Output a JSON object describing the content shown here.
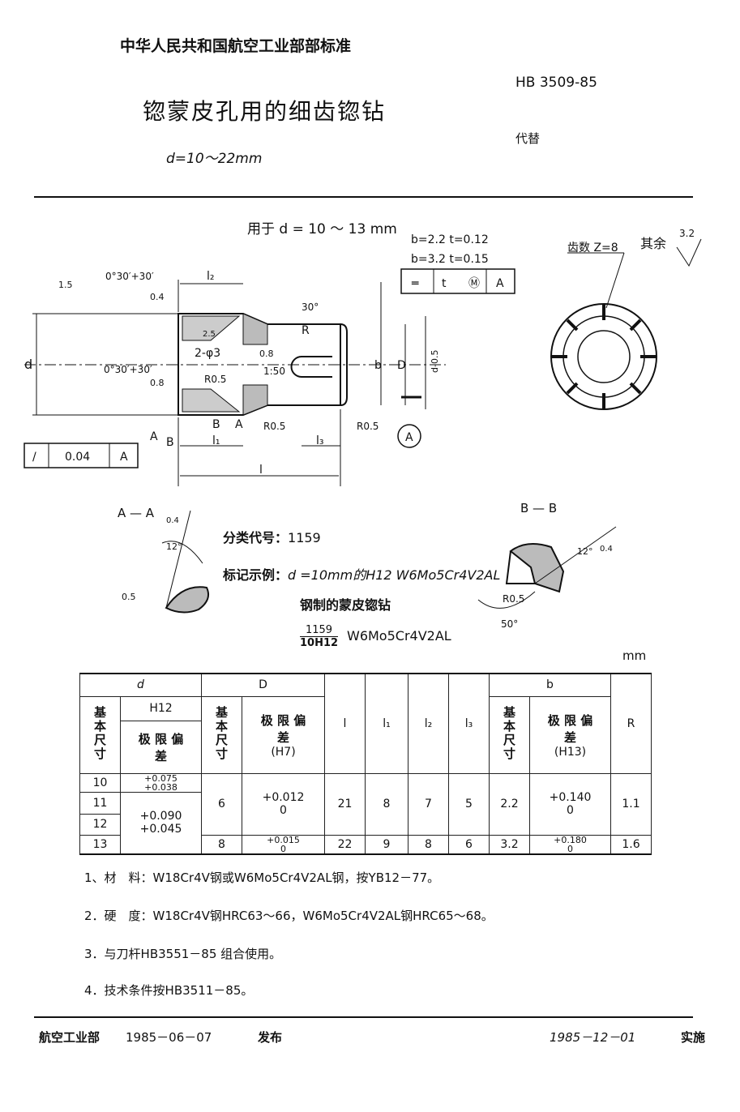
{
  "header": {
    "org_standard": "中华人民共和国航空工业部部标准",
    "code": "HB 3509-85",
    "title": "锪蒙皮孔用的细齿锪钻",
    "range": "d=10～22mm",
    "replaces": "代替"
  },
  "drawing": {
    "applies_to": "用于  d = 10 ～ 13 mm",
    "b_t_1": "b=2.2   t=0.12",
    "b_t_2": "b=3.2   t=0.15",
    "position_frame": [
      "═",
      "t",
      "Ⓜ",
      "A"
    ],
    "teeth": "齿数 Z=8",
    "roughness_rest": "其余",
    "roughness_value": "3.2",
    "runout_frame": [
      "/",
      "0.04",
      "A"
    ],
    "labels": {
      "l2": "l₂",
      "angle1": "0°30′+30′",
      "angle2": "0°30′+30′",
      "v04": "0.4",
      "v08a": "0.8",
      "a30": "30°",
      "r25": "2.5",
      "holes": "2-φ3",
      "v08b": "0.8",
      "taper": "1:50",
      "r05a": "R0.5",
      "r05b": "R0.5",
      "r05c": "R0.5",
      "R": "R",
      "b": "b",
      "D": "D",
      "d05": "d-0.5",
      "d": "d",
      "v15": "1.5",
      "B1": "B",
      "A1": "A",
      "A2": "A",
      "B2": "B",
      "l1": "l₁",
      "l3": "l₃",
      "l": "l",
      "datumA": "A"
    },
    "section_aa": {
      "title": "A — A",
      "v04": "0.4",
      "a12": "12°",
      "v05": "0.5"
    },
    "section_bb": {
      "title": "B — B",
      "a12": "12°",
      "v04": "0.4",
      "r05": "R0.5",
      "a50": "50°"
    }
  },
  "classification": {
    "label": "分类代号：",
    "value": "1159"
  },
  "marking": {
    "label": "标记示例：",
    "line1": "d =10mm的H12 W6Mo5Cr4V2AL",
    "line2": "钢制的蒙皮锪钻",
    "frac_top": "1159",
    "frac_bottom": "10H12",
    "material": "W6Mo5Cr4V2AL"
  },
  "unit": "mm",
  "table": {
    "h_d": "d",
    "h_D": "D",
    "h_b": "b",
    "h_basic": "基本尺寸",
    "h_h12": "H12",
    "h_limit": "极 限 偏 差",
    "h_h7": "(H7)",
    "h_h13": "(H13)",
    "h_l": "l",
    "h_l1": "l₁",
    "h_l2": "l₂",
    "h_l3": "l₃",
    "h_R": "R",
    "d_vals": [
      "10",
      "11",
      "12",
      "13"
    ],
    "d_tol_10": [
      "+0.075",
      "+0.038"
    ],
    "d_tol_11_13": [
      "+0.090",
      "+0.045"
    ],
    "rowA": {
      "D": "6",
      "D_tol": [
        "+0.012",
        "0"
      ],
      "l": "21",
      "l1": "8",
      "l2": "7",
      "l3": "5",
      "b": "2.2",
      "b_tol": [
        "+0.140",
        "0"
      ],
      "R": "1.1"
    },
    "rowB": {
      "D": "8",
      "D_tol": [
        "+0.015",
        "0"
      ],
      "l": "22",
      "l1": "9",
      "l2": "8",
      "l3": "6",
      "b": "3.2",
      "b_tol": [
        "+0.180",
        "0"
      ],
      "R": "1.6"
    }
  },
  "notes": [
    "1、材　料：W18Cr4V钢或W6Mo5Cr4V2AL钢，按YB12－77。",
    "2．硬　度：W18Cr4V钢HRC63～66，W6Mo5Cr4V2AL钢HRC65～68。",
    "3．与刀杆HB3551－85 组合使用。",
    "4．技术条件按HB3511－85。"
  ],
  "footer": {
    "issuer": "航空工业部",
    "issue_date": "1985－06－07",
    "issued": "发布",
    "effective_date": "1985－12－01",
    "effective": "实施"
  }
}
